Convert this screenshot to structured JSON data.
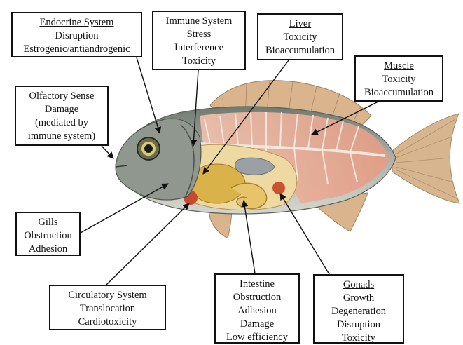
{
  "colors": {
    "box_border": "#111111",
    "fish_body": "#a7aba3",
    "fish_back": "#7c857c",
    "flesh": "#e7a98f",
    "fin": "#d8b48e",
    "organ_yellow": "#d9b54a",
    "organ_red": "#c94a2e",
    "arrow": "#111111"
  },
  "callouts": {
    "endocrine": {
      "title": "Endocrine System",
      "lines": [
        "Disruption",
        "Estrogenic/antiandrogenic"
      ]
    },
    "immune": {
      "title": "Immune System",
      "lines": [
        "Stress",
        "Interference",
        "Toxicity"
      ]
    },
    "liver": {
      "title": "Liver",
      "lines": [
        "Toxicity",
        "Bioaccumulation"
      ]
    },
    "muscle": {
      "title": "Muscle",
      "lines": [
        "Toxicity",
        "Bioaccumulation"
      ]
    },
    "olfactory": {
      "title": "Olfactory Sense",
      "lines": [
        "Damage",
        "(mediated by",
        "immune system)"
      ]
    },
    "gills": {
      "title": "Gills",
      "lines": [
        "Obstruction",
        "Adhesion"
      ]
    },
    "circulatory": {
      "title": "Circulatory System",
      "lines": [
        "Translocation",
        "Cardiotoxicity"
      ]
    },
    "intestine": {
      "title": "Intestine",
      "lines": [
        "Obstruction",
        "Adhesion",
        "Damage",
        "Low efficiency"
      ]
    },
    "gonads": {
      "title": "Gonads",
      "lines": [
        "Growth",
        "Degeneration",
        "Disruption",
        "Toxicity"
      ]
    }
  },
  "icons": [
    "fish-illustration"
  ]
}
